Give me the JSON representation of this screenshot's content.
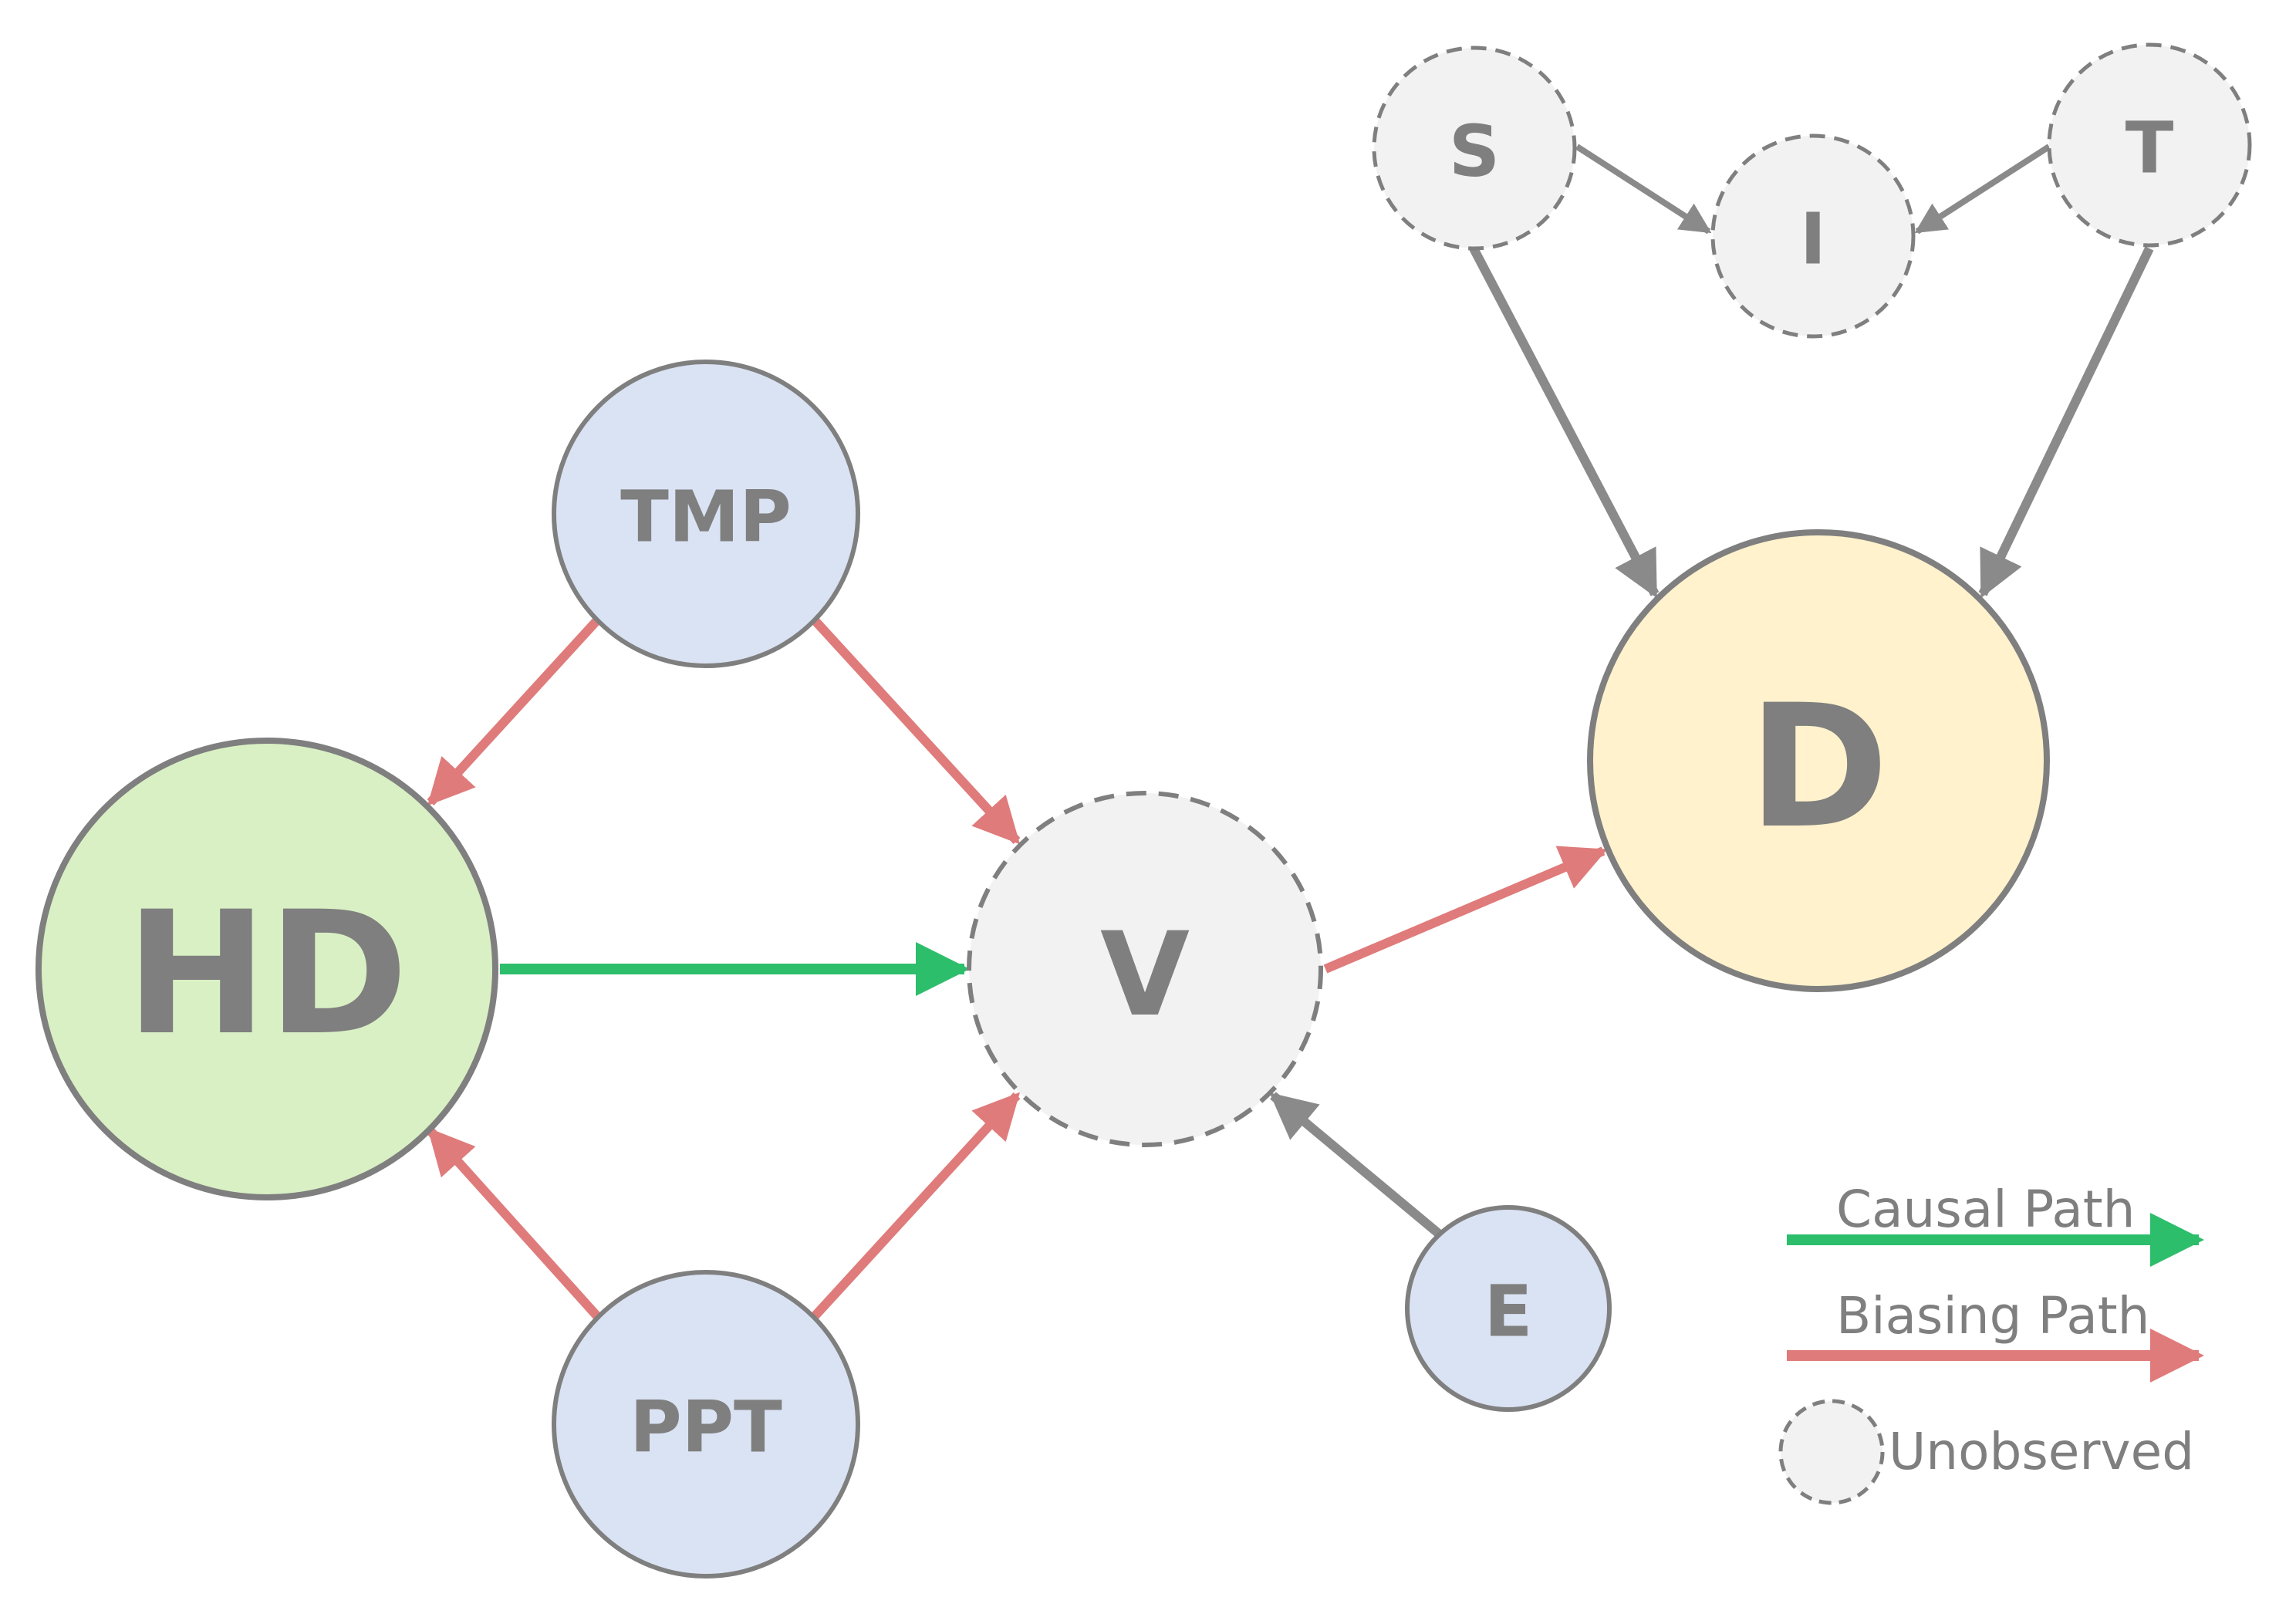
{
  "colors": {
    "causal": "#2dbe6c",
    "biasing": "#e07b7b",
    "neutral": "#8a8a8a",
    "node_stroke": "#7f7f7f",
    "unobserved_fill": "#f2f2f2",
    "confounder_fill": "#dae3f3",
    "treatment_fill": "#d9f0c4",
    "outcome_fill": "#fff2cc",
    "label": "#7f7f7f"
  },
  "nodes": [
    {
      "id": "HD",
      "label": "HD",
      "type": "treatment"
    },
    {
      "id": "TMP",
      "label": "TMP",
      "type": "confounder"
    },
    {
      "id": "PPT",
      "label": "PPT",
      "type": "confounder"
    },
    {
      "id": "V",
      "label": "V",
      "type": "unobserved"
    },
    {
      "id": "E",
      "label": "E",
      "type": "confounder"
    },
    {
      "id": "D",
      "label": "D",
      "type": "outcome"
    },
    {
      "id": "S",
      "label": "S",
      "type": "unobserved"
    },
    {
      "id": "I",
      "label": "I",
      "type": "unobserved"
    },
    {
      "id": "T",
      "label": "T",
      "type": "unobserved"
    }
  ],
  "edges": [
    {
      "from": "TMP",
      "to": "HD",
      "kind": "biasing"
    },
    {
      "from": "TMP",
      "to": "V",
      "kind": "biasing"
    },
    {
      "from": "PPT",
      "to": "HD",
      "kind": "biasing"
    },
    {
      "from": "PPT",
      "to": "V",
      "kind": "biasing"
    },
    {
      "from": "HD",
      "to": "V",
      "kind": "causal"
    },
    {
      "from": "V",
      "to": "D",
      "kind": "biasing"
    },
    {
      "from": "E",
      "to": "V",
      "kind": "neutral"
    },
    {
      "from": "S",
      "to": "I",
      "kind": "neutral"
    },
    {
      "from": "T",
      "to": "I",
      "kind": "neutral"
    },
    {
      "from": "S",
      "to": "D",
      "kind": "neutral"
    },
    {
      "from": "T",
      "to": "D",
      "kind": "neutral"
    }
  ],
  "legend": {
    "causal_label": "Causal Path",
    "biasing_label": "Biasing Path",
    "unobserved_label": "Unobserved"
  }
}
